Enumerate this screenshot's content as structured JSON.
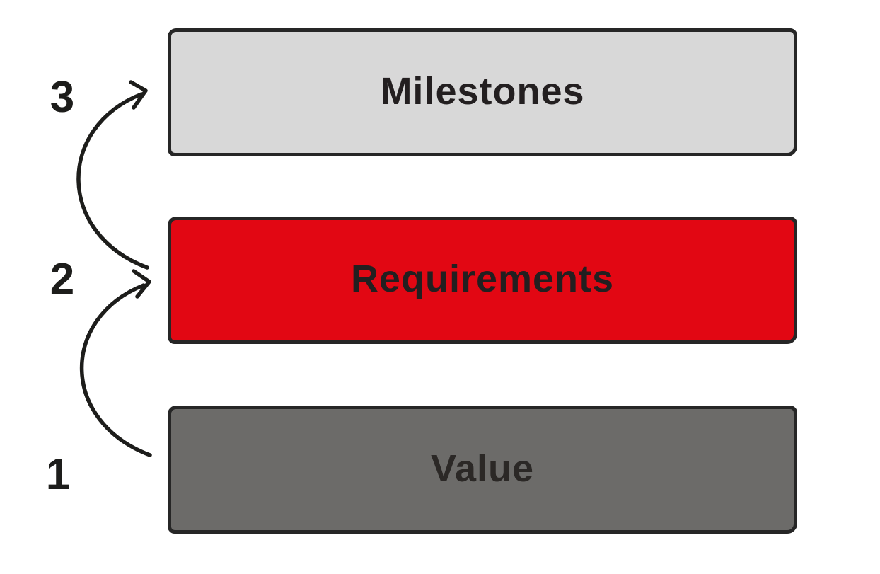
{
  "steps": [
    {
      "number": "1",
      "label": "Value",
      "fill": "#6c6b69",
      "text_color": "#2b2826"
    },
    {
      "number": "2",
      "label": "Requirements",
      "fill": "#e20713",
      "text_color": "#231f20"
    },
    {
      "number": "3",
      "label": "Milestones",
      "fill": "#d8d8d8",
      "text_color": "#231f20"
    }
  ],
  "colors": {
    "background": "#ffffff",
    "bar_border": "#262626",
    "arrow_ink": "#1d1d1b",
    "number_ink": "#1d1d1b"
  }
}
